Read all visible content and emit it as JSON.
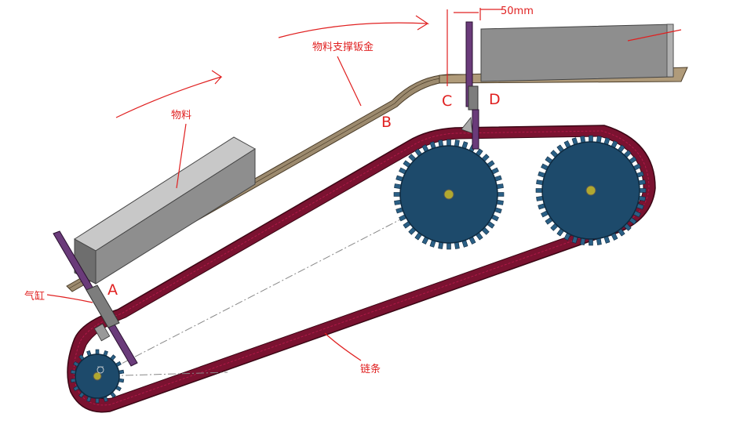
{
  "labels": {
    "point_a": "A",
    "point_b": "B",
    "point_c": "C",
    "point_d": "D",
    "material": "物料",
    "support_plate": "物料支撑钣金",
    "cylinder": "气缸",
    "chain": "链条",
    "dimension": "50mm"
  },
  "colors": {
    "chain": "#7a1230",
    "chain_dark": "#4a0a1c",
    "sprocket": "#1d4a6b",
    "sprocket_teeth": "#2a5f85",
    "hub": "#b0a830",
    "box_face": "#8e8e8e",
    "box_top": "#c8c8c8",
    "plate": "#9c8a6e",
    "cylinder": "#6a3b7a",
    "annotation": "#e02020"
  },
  "icons": {
    "sprocket": "gear-icon",
    "cylinder": "piston-icon",
    "box": "box-icon"
  }
}
